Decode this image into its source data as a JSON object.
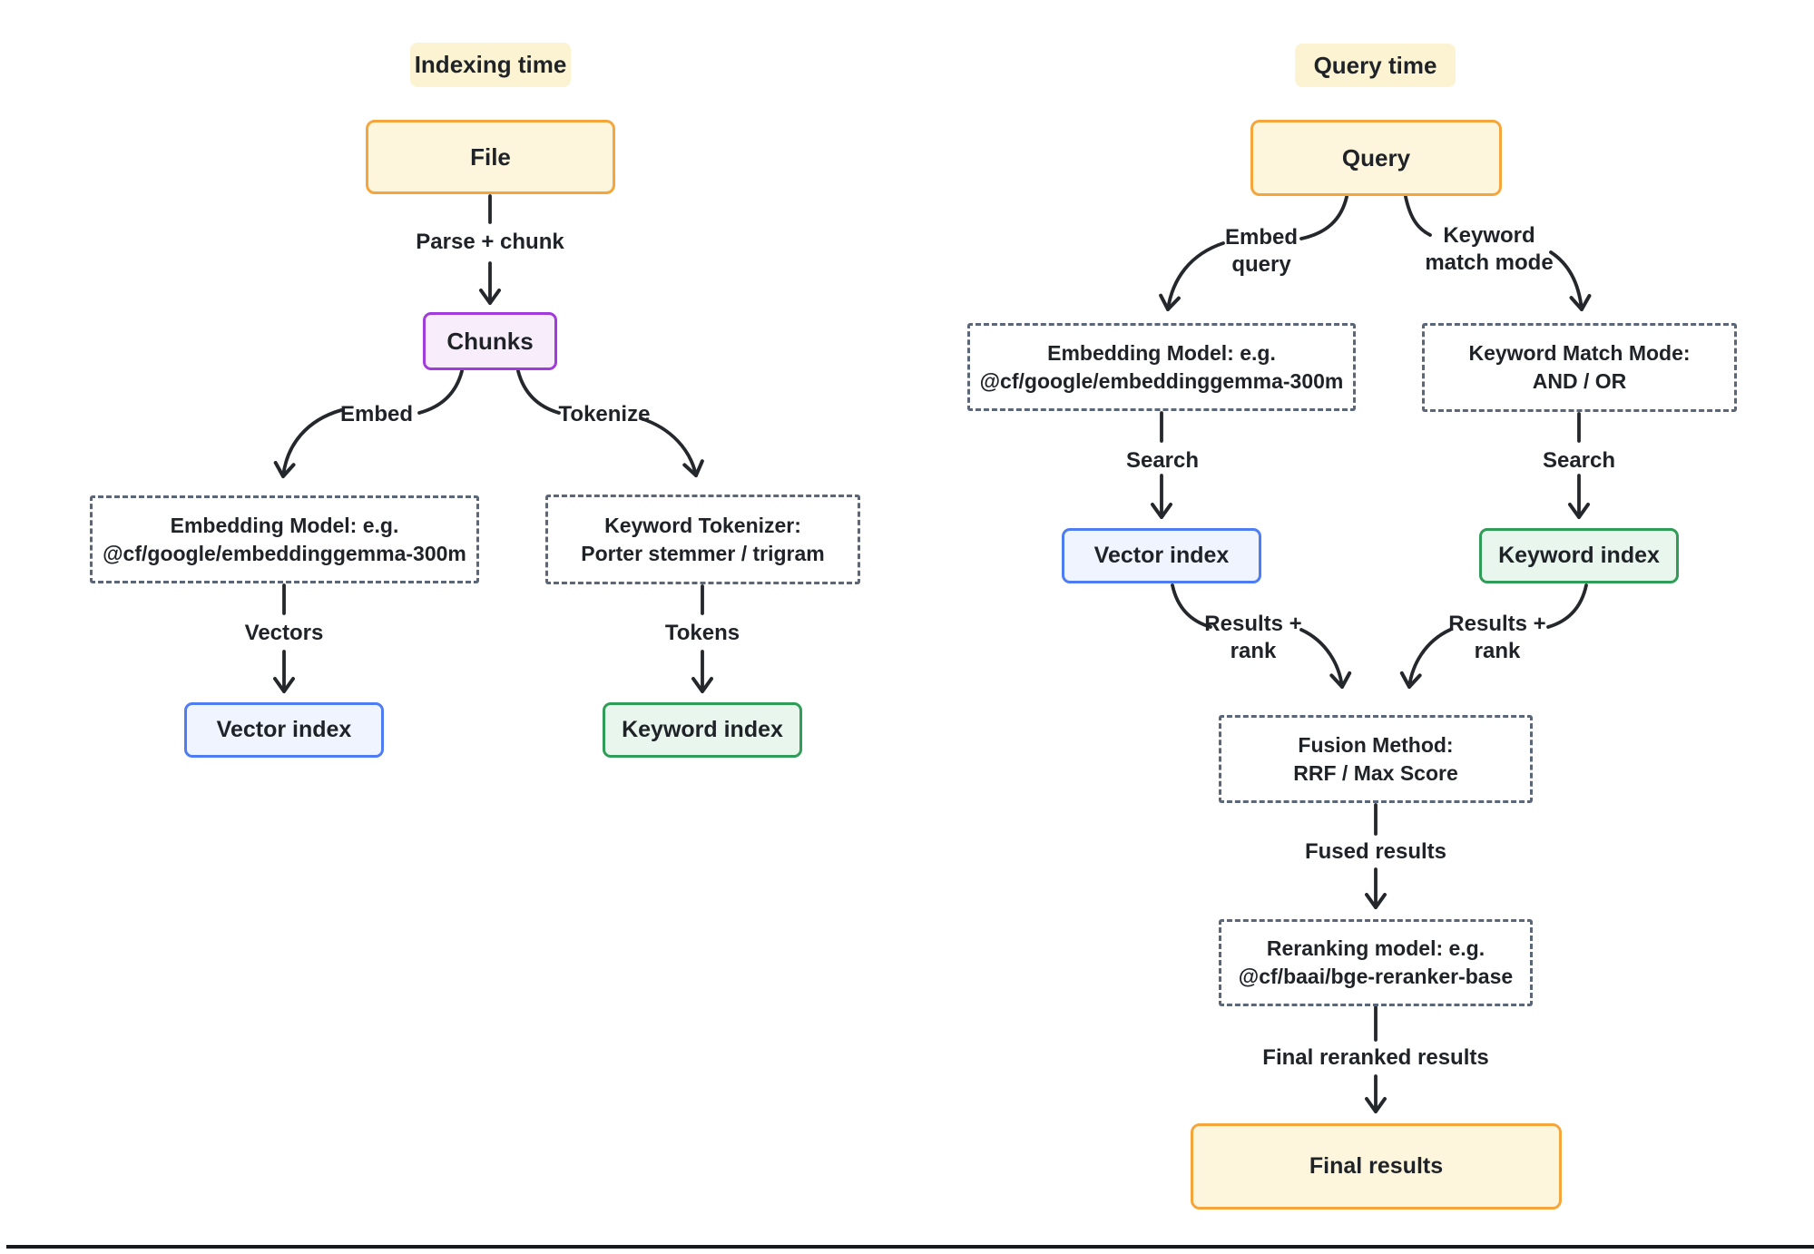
{
  "indexing": {
    "badge": "Indexing time",
    "file_label": "File",
    "edge_parse_chunk": "Parse + chunk",
    "chunks_label": "Chunks",
    "edge_embed": "Embed",
    "edge_tokenize": "Tokenize",
    "embedding_model": {
      "line1": "Embedding Model: e.g.",
      "line2": "@cf/google/embeddinggemma-300m"
    },
    "keyword_tokenizer": {
      "line1": "Keyword Tokenizer:",
      "line2": "Porter stemmer / trigram"
    },
    "edge_vectors": "Vectors",
    "edge_tokens": "Tokens",
    "vector_index_label": "Vector index",
    "keyword_index_label": "Keyword index"
  },
  "query": {
    "badge": "Query time",
    "query_label": "Query",
    "edge_embed_query": {
      "line1": "Embed",
      "line2": "query"
    },
    "edge_keyword_match": {
      "line1": "Keyword",
      "line2": "match mode"
    },
    "embedding_model": {
      "line1": "Embedding Model: e.g.",
      "line2": "@cf/google/embeddinggemma-300m"
    },
    "keyword_match_mode": {
      "line1": "Keyword Match Mode:",
      "line2": "AND / OR"
    },
    "edge_search_left": "Search",
    "edge_search_right": "Search",
    "vector_index_label": "Vector index",
    "keyword_index_label": "Keyword index",
    "edge_results_rank_left": {
      "line1": "Results +",
      "line2": "rank"
    },
    "edge_results_rank_right": {
      "line1": "Results +",
      "line2": "rank"
    },
    "fusion_method": {
      "line1": "Fusion Method:",
      "line2": "RRF / Max Score"
    },
    "edge_fused_results": "Fused results",
    "reranking_model": {
      "line1": "Reranking model: e.g.",
      "line2": "@cf/baai/bge-reranker-base"
    },
    "edge_final_reranked": "Final reranked results",
    "final_results_label": "Final results"
  },
  "colors": {
    "node_yellow_fill": "#FDF6DC",
    "node_yellow_border": "#F4A63C",
    "badge_fill": "#FBF3D1",
    "node_purple_fill": "#F8EEFB",
    "node_purple_border": "#A13BDB",
    "node_blue_fill": "#EFF4FE",
    "node_blue_border": "#4D7CF3",
    "node_green_fill": "#E9F6EE",
    "node_green_border": "#2F9D57",
    "dashed_border": "#5B6679",
    "arrow_stroke": "#24272B",
    "text": "#1F2328"
  }
}
